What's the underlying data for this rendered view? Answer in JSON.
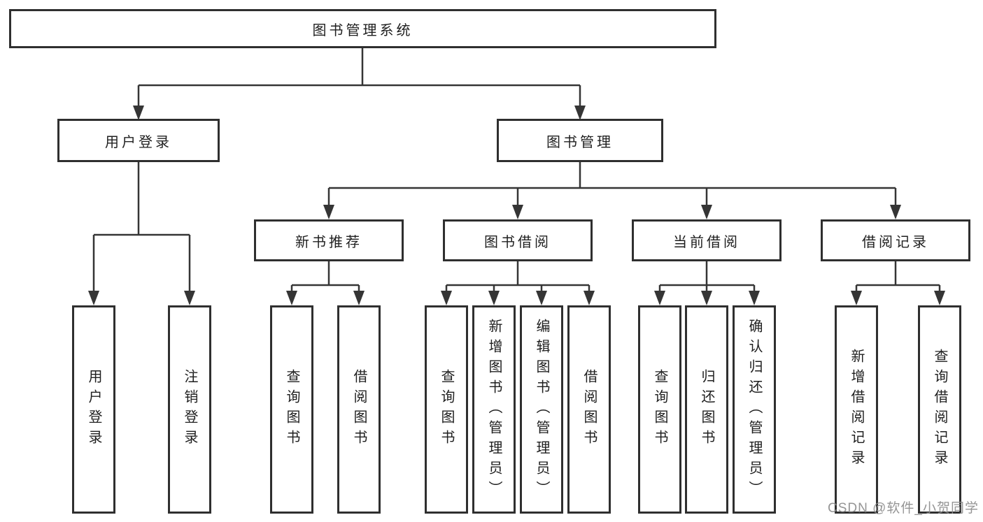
{
  "tree": {
    "label": "图书管理系统",
    "children": [
      {
        "label": "用户登录",
        "children": [
          {
            "label": "用户登录"
          },
          {
            "label": "注销登录"
          }
        ]
      },
      {
        "label": "图书管理",
        "children": [
          {
            "label": "新书推荐",
            "children": [
              {
                "label": "查询图书"
              },
              {
                "label": "借阅图书"
              }
            ]
          },
          {
            "label": "图书借阅",
            "children": [
              {
                "label": "查询图书"
              },
              {
                "label": "新增图书（管理员）"
              },
              {
                "label": "编辑图书（管理员）"
              },
              {
                "label": "借阅图书"
              }
            ]
          },
          {
            "label": "当前借阅",
            "children": [
              {
                "label": "查询图书"
              },
              {
                "label": "归还图书"
              },
              {
                "label": "确认归还（管理员）"
              }
            ]
          },
          {
            "label": "借阅记录",
            "children": [
              {
                "label": "新增借阅记录"
              },
              {
                "label": "查询借阅记录"
              }
            ]
          }
        ]
      }
    ]
  },
  "watermark": {
    "text": "CSDN @软件_小贺同学"
  },
  "colors": {
    "line": "#353535",
    "border": "#2f2f2f",
    "text": "#1f1f1f",
    "watermark": "#8c8c8c",
    "background": "#ffffff"
  }
}
